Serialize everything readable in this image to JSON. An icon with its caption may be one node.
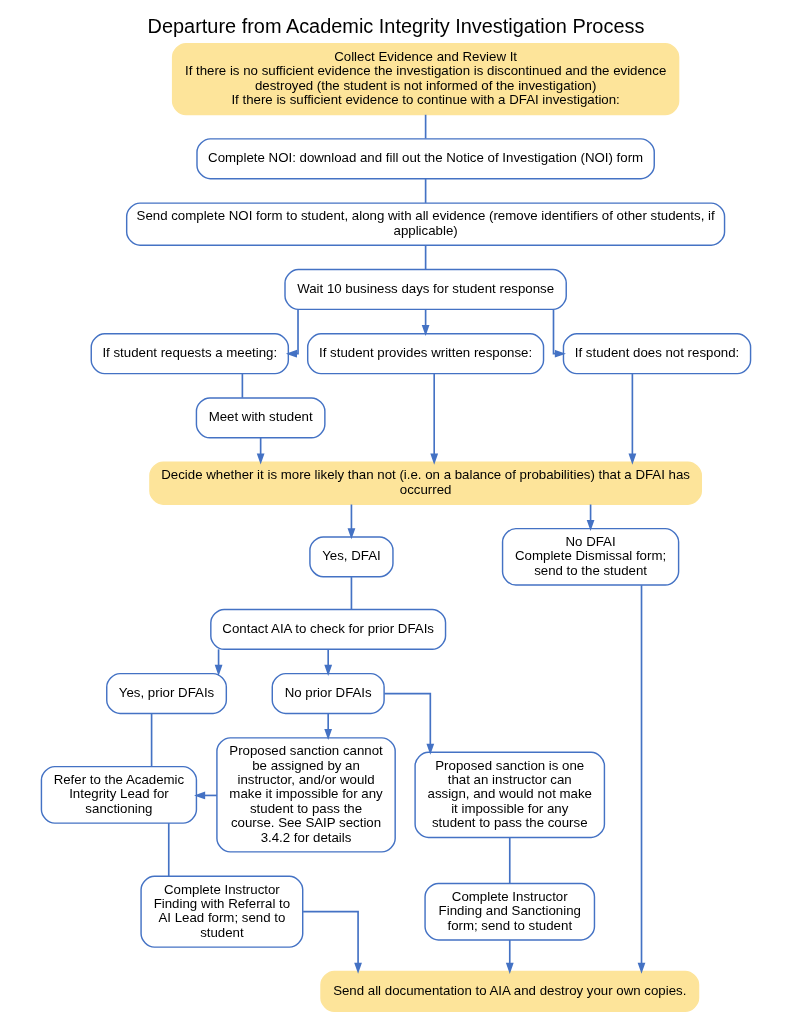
{
  "diagram": {
    "title": "Departure from Academic Integrity Investigation Process",
    "nodes": [
      {
        "text": [
          "Collect Evidence and Review It",
          "If there is no sufficient evidence the investigation is discontinued and the evidence destroyed (the student is not informed of the investigation)",
          "If there is sufficient evidence to continue with a DFAI investigation:"
        ]
      },
      {
        "text": [
          "Complete NOI: download and fill out the Notice of Investigation (NOI) form"
        ]
      },
      {
        "text": [
          "Send complete NOI form to student, along with all evidence (remove identifiers of other students, if applicable)"
        ]
      },
      {
        "text": [
          "Wait 10 business days for student response"
        ]
      },
      {
        "text": [
          "If student requests a meeting:"
        ]
      },
      {
        "text": [
          "If student provides written response:"
        ]
      },
      {
        "text": [
          "If student does not respond:"
        ]
      },
      {
        "text": [
          "Meet with student"
        ]
      },
      {
        "text": [
          "Decide whether it is more likely than not (i.e. on a balance of probabilities) that a DFAI has occurred"
        ]
      },
      {
        "text": [
          "Yes, DFAI"
        ]
      },
      {
        "text": [
          "No DFAI",
          "Complete Dismissal form; send to the student"
        ]
      },
      {
        "text": [
          "Contact AIA to check for prior DFAIs"
        ]
      },
      {
        "text": [
          "Yes, prior DFAIs"
        ]
      },
      {
        "text": [
          "No prior DFAIs"
        ]
      },
      {
        "text": [
          "Refer to the Academic Integrity Lead for sanctioning"
        ]
      },
      {
        "text": [
          "Proposed sanction cannot be assigned by an instructor, and/or would make it impossible for any student to pass the course. See SAIP section 3.4.2 for details"
        ]
      },
      {
        "text": [
          "Proposed sanction is one that an instructor can assign, and would not make it impossible for any student to pass the course"
        ]
      },
      {
        "text": [
          "Complete Instructor Finding with Referral to AI Lead form; send to student"
        ]
      },
      {
        "text": [
          "Complete Instructor Finding and Sanctioning form; send to student"
        ]
      },
      {
        "text": [
          "Send all documentation to AIA and destroy your own copies."
        ]
      }
    ],
    "edges": [
      {
        "from": 0,
        "to": 1,
        "arrow": "none"
      },
      {
        "from": 1,
        "to": 2,
        "arrow": "none"
      },
      {
        "from": 2,
        "to": 3,
        "arrow": "none"
      },
      {
        "from": 3,
        "to": 4,
        "arrow": "to"
      },
      {
        "from": 3,
        "to": 5,
        "arrow": "to"
      },
      {
        "from": 3,
        "to": 6,
        "arrow": "to"
      },
      {
        "from": 4,
        "to": 7,
        "arrow": "none"
      },
      {
        "from": 7,
        "to": 8,
        "arrow": "to"
      },
      {
        "from": 5,
        "to": 8,
        "arrow": "to"
      },
      {
        "from": 6,
        "to": 8,
        "arrow": "to"
      },
      {
        "from": 8,
        "to": 9,
        "arrow": "to"
      },
      {
        "from": 8,
        "to": 10,
        "arrow": "to"
      },
      {
        "from": 9,
        "to": 11,
        "arrow": "none"
      },
      {
        "from": 11,
        "to": 12,
        "arrow": "to"
      },
      {
        "from": 11,
        "to": 13,
        "arrow": "to"
      },
      {
        "from": 12,
        "to": 14,
        "arrow": "none"
      },
      {
        "from": 13,
        "to": 15,
        "arrow": "to"
      },
      {
        "from": 13,
        "to": 16,
        "arrow": "to"
      },
      {
        "from": 15,
        "to": 14,
        "arrow": "to"
      },
      {
        "from": 14,
        "to": 17,
        "arrow": "none"
      },
      {
        "from": 16,
        "to": 18,
        "arrow": "none"
      },
      {
        "from": 17,
        "to": 19,
        "arrow": "to"
      },
      {
        "from": 18,
        "to": 19,
        "arrow": "to"
      },
      {
        "from": 10,
        "to": 19,
        "arrow": "to"
      }
    ]
  }
}
